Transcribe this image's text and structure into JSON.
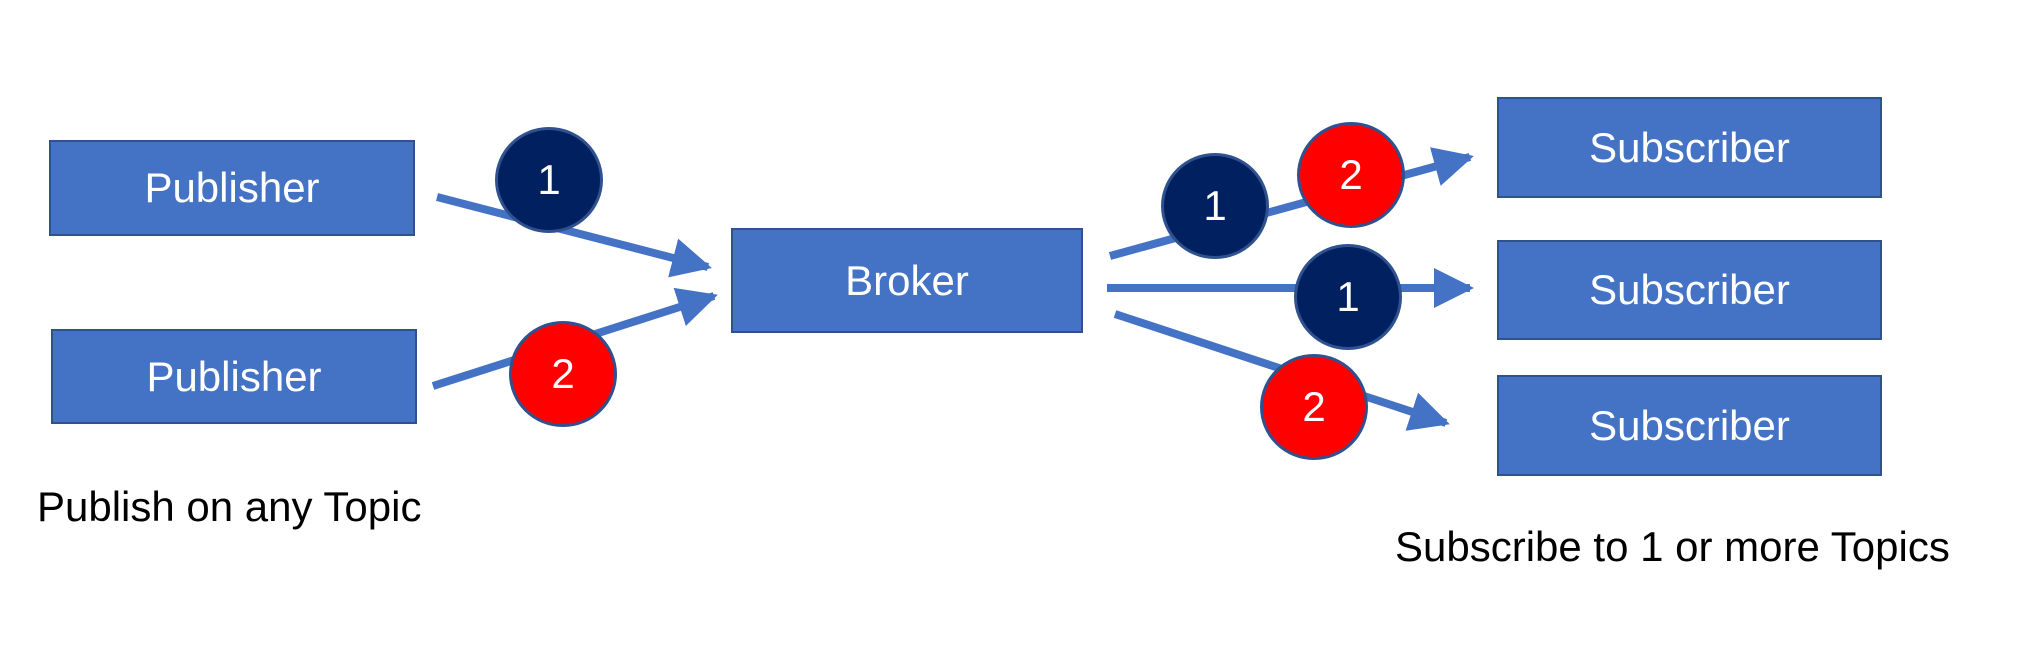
{
  "colors": {
    "box": "#4472C4",
    "box_border": "#2F528F",
    "arrow": "#4472C4",
    "topic_1": "#002060",
    "topic_2": "#FF0000"
  },
  "publishers": [
    {
      "label": "Publisher"
    },
    {
      "label": "Publisher"
    }
  ],
  "broker": {
    "label": "Broker"
  },
  "subscribers": [
    {
      "label": "Subscriber"
    },
    {
      "label": "Subscriber"
    },
    {
      "label": "Subscriber"
    }
  ],
  "topic_badges": [
    {
      "label": "1",
      "topic": 1
    },
    {
      "label": "2",
      "topic": 2
    },
    {
      "label": "1",
      "topic": 1
    },
    {
      "label": "2",
      "topic": 2
    },
    {
      "label": "1",
      "topic": 1
    },
    {
      "label": "2",
      "topic": 2
    }
  ],
  "captions": {
    "publish": "Publish on any Topic",
    "subscribe": "Subscribe to 1 or more Topics"
  }
}
